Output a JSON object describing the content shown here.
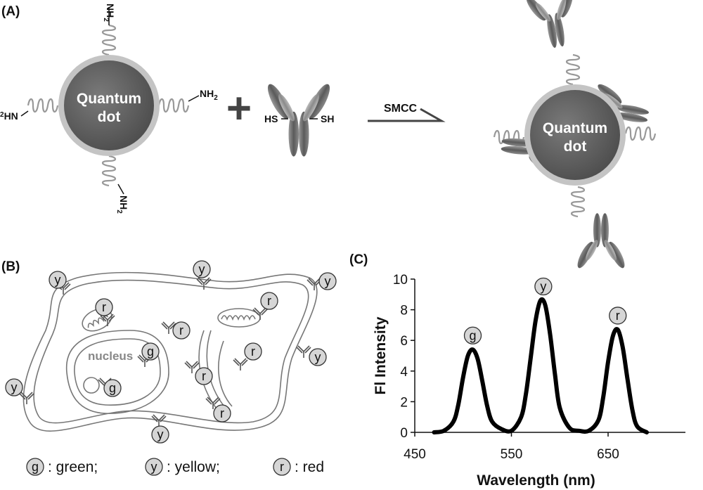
{
  "panels": {
    "a": "(A)",
    "b": "(B)",
    "c": "(C)"
  },
  "panel_a": {
    "qd_label_line1": "Quantum",
    "qd_label_line2": "dot",
    "amine": "NH",
    "amine_sub": "2",
    "amine_left": "HN",
    "thiol_left": "HS",
    "thiol_right": "SH",
    "reagent": "SMCC",
    "plus": "+",
    "product_label_line1": "Quantum",
    "product_label_line2": "dot"
  },
  "panel_b": {
    "nucleus": "nucleus",
    "badge_letters": {
      "green": "g",
      "yellow": "y",
      "red": "r"
    },
    "legend": [
      {
        "letter": "g",
        "text": ": green;"
      },
      {
        "letter": "y",
        "text": ": yellow;"
      },
      {
        "letter": "r",
        "text": ": red"
      }
    ]
  },
  "colors": {
    "qd_core": "#555555",
    "qd_shell": "#c4c4c4",
    "linker": "#999999",
    "antibody": "#777777",
    "badge_fill": "#d6d6d6",
    "curve": "#000000"
  },
  "chart_data": {
    "type": "line",
    "title": "",
    "xlabel": "Wavelength (nm)",
    "ylabel": "Fl Intensity",
    "xlim": [
      450,
      730
    ],
    "ylim": [
      0,
      10
    ],
    "xticks": [
      450,
      550,
      650
    ],
    "yticks": [
      0,
      2,
      4,
      6,
      8,
      10
    ],
    "grid": false,
    "series": [
      {
        "x": [
          470,
          480,
          490,
          495,
          500,
          505,
          510,
          515,
          520,
          525,
          530,
          540,
          550,
          560,
          565,
          570,
          575,
          580,
          585,
          590,
          595,
          600,
          610,
          620,
          630,
          640,
          645,
          650,
          655,
          660,
          665,
          670,
          675,
          680,
          690
        ],
        "y": [
          0.0,
          0.1,
          0.7,
          1.8,
          3.6,
          5.0,
          5.4,
          4.8,
          3.3,
          1.7,
          0.7,
          0.2,
          0.1,
          1.0,
          2.5,
          4.9,
          7.3,
          8.6,
          8.3,
          6.4,
          3.8,
          1.6,
          0.3,
          0.1,
          0.1,
          0.8,
          2.3,
          4.6,
          6.3,
          6.7,
          5.6,
          3.5,
          1.5,
          0.4,
          0.0
        ]
      }
    ],
    "peak_badges": [
      {
        "letter": "g",
        "x": 510,
        "y": 5.4
      },
      {
        "letter": "y",
        "x": 583,
        "y": 8.6
      },
      {
        "letter": "r",
        "x": 660,
        "y": 6.7
      }
    ]
  }
}
